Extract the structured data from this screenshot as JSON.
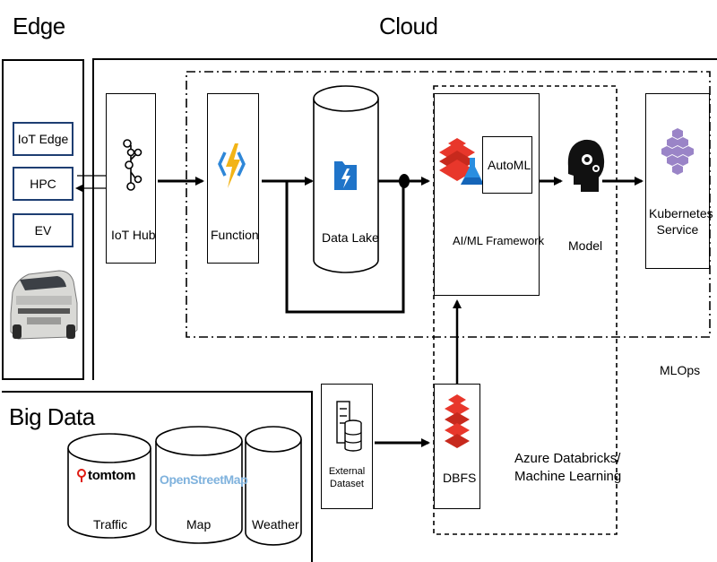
{
  "sections": {
    "edge": "Edge",
    "cloud": "Cloud",
    "big_data": "Big Data",
    "mlops": "MLOps",
    "azure": [
      "Azure Databricks/",
      "Machine Learning"
    ]
  },
  "edge_items": [
    "IoT Edge",
    "HPC",
    "EV"
  ],
  "nodes": {
    "iot_hub": "IoT Hub",
    "function": "Function",
    "data_lake": "Data Lake",
    "automl": "AutoML",
    "aiml": "AI/ML Framework",
    "model": "Model",
    "kubernetes": [
      "Kubernetes",
      "Service"
    ],
    "external_dataset": [
      "External",
      "Dataset"
    ],
    "dbfs": "DBFS"
  },
  "big_data_sources": {
    "traffic_logo": "tomtom",
    "traffic": "Traffic",
    "map_logo": "OpenStreetMap",
    "map": "Map",
    "weather": "Weather"
  },
  "colors": {
    "edge_border": "#1e3e72",
    "function_bolt": "#f2b417",
    "function_bracket": "#2f87d8",
    "datalake_icon": "#1f74c9",
    "databricks_red": "#e8372b",
    "azureml_blue": "#2a8ee0",
    "kubernetes_purple": "#9a84c7",
    "tomtom_red": "#df1b12",
    "osm_blue": "#7fb2dd"
  }
}
